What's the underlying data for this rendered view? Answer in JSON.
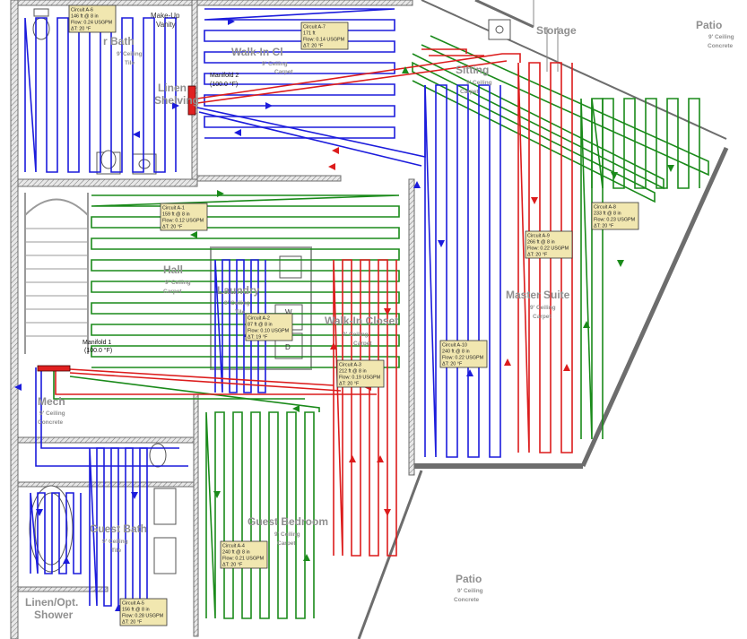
{
  "rooms": [
    {
      "id": "master-bath",
      "name": "r Bath",
      "sub": "9' Ceiling",
      "sub2": "Tile"
    },
    {
      "id": "makeup-vanity",
      "name": "Make-Up\nVanity"
    },
    {
      "id": "walk-in-closet-top",
      "name": "Walk-In Cl",
      "sub": "9' Ceiling",
      "sub2": "Carpet"
    },
    {
      "id": "storage",
      "name": "Storage"
    },
    {
      "id": "patio-top",
      "name": "Patio",
      "sub": "9' Ceiling",
      "sub2": "Concrete"
    },
    {
      "id": "linen-shelving",
      "name": "Linen",
      "name2": "Shelving"
    },
    {
      "id": "sitting",
      "name": "Sitting",
      "sub": "9' Ceiling",
      "sub2": "Carpet"
    },
    {
      "id": "hall",
      "name": "Hall",
      "sub": "9' Ceiling",
      "sub2": "Carpet"
    },
    {
      "id": "laundry",
      "name": "Laundry",
      "sub": "9' Ceiling",
      "sub2": "Tile"
    },
    {
      "id": "walk-in-closet",
      "name": "Walk-In Closet",
      "sub": "9' Ceiling",
      "sub2": "Carpet"
    },
    {
      "id": "master-suite",
      "name": "Master Suite",
      "sub": "9' Ceiling",
      "sub2": "Carpet"
    },
    {
      "id": "mech",
      "name": "Mech",
      "sub": "9' Ceiling",
      "sub2": "Concrete"
    },
    {
      "id": "guest-bath",
      "name": "Guest Bath",
      "sub": "9' Ceiling",
      "sub2": "Tile"
    },
    {
      "id": "guest-bedroom",
      "name": "Guest Bedroom",
      "sub": "9' Ceiling",
      "sub2": "Carpet"
    },
    {
      "id": "patio-bottom",
      "name": "Patio",
      "sub": "9' Ceiling",
      "sub2": "Concrete"
    },
    {
      "id": "linen-shower",
      "name": "Linen/Opt.",
      "name2": "Shower"
    }
  ],
  "appliances": {
    "washer": "W",
    "dryer": "D"
  },
  "manifolds": [
    {
      "id": "manifold-1",
      "line1": "Manifold 1",
      "line2": "(100.0 °F)"
    },
    {
      "id": "manifold-2",
      "line1": "Manifold 2",
      "line2": "(100.0 °F)"
    }
  ],
  "circuits": [
    {
      "id": "A-6",
      "lines": [
        "Circuit A-6",
        "146 ft @ 8 in",
        "Flow: 0.24 USGPM",
        "ΔT: 20 °F"
      ]
    },
    {
      "id": "A-7",
      "lines": [
        "Circuit A-7",
        "171 ft",
        "Flow: 0.14 USGPM",
        "ΔT: 20 °F"
      ]
    },
    {
      "id": "A-1",
      "lines": [
        "Circuit A-1",
        "159 ft @ 8 in",
        "Flow: 0.12 USGPM",
        "ΔT: 20 °F"
      ]
    },
    {
      "id": "A-2",
      "lines": [
        "Circuit A-2",
        "87 ft @ 8 in",
        "Flow: 0.10 USGPM",
        "ΔT: 19 °F"
      ]
    },
    {
      "id": "A-3",
      "lines": [
        "Circuit A-3",
        "212 ft @ 8 in",
        "Flow: 0.19 USGPM",
        "ΔT: 20 °F"
      ]
    },
    {
      "id": "A-10",
      "lines": [
        "Circuit A-10",
        "240 ft @ 8 in",
        "Flow: 0.22 USGPM",
        "ΔT: 20 °F"
      ]
    },
    {
      "id": "A-9",
      "lines": [
        "Circuit A-9",
        "266 ft @ 8 in",
        "Flow: 0.22 USGPM",
        "ΔT: 20 °F"
      ]
    },
    {
      "id": "A-8",
      "lines": [
        "Circuit A-8",
        "233 ft @ 8 in",
        "Flow: 0.23 USGPM",
        "ΔT: 20 °F"
      ]
    },
    {
      "id": "A-4",
      "lines": [
        "Circuit A-4",
        "240 ft @ 8 in",
        "Flow: 0.21 USGPM",
        "ΔT: 20 °F"
      ]
    },
    {
      "id": "A-5",
      "lines": [
        "Circuit A-5",
        "156 ft @ 8 in",
        "Flow: 0.28 USGPM",
        "ΔT: 20 °F"
      ]
    }
  ],
  "colors": {
    "loop_blue": "#1c1cdc",
    "loop_red": "#dc1c1c",
    "loop_green": "#1a8a1a",
    "label_fill": "#f1e7b0"
  }
}
